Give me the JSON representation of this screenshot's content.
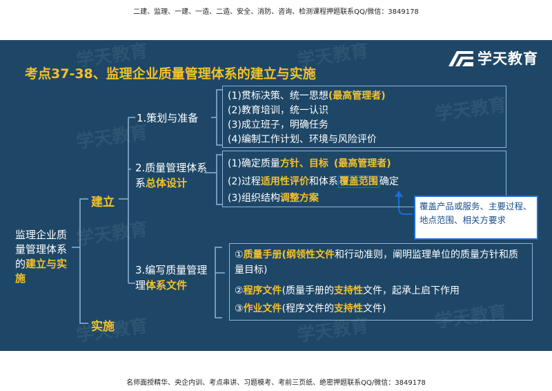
{
  "header_text": "二建、监理、一建、一造、二造、安全、消防、咨询、检测课程押题联系QQ/微信：3849178",
  "footer_text": "名师面授精华、央企内训、考点串讲、习题模考、考前三页纸、绝密押题联系QQ/微信：3849178",
  "brand": {
    "name": "学天教育",
    "logo_icon": "xuetian-logo-icon"
  },
  "watermark": "学天教育",
  "title": "考点37-38、监理企业质量管理体系的建立与实施",
  "root": {
    "text_plain": "监理企业质量管理体系的",
    "text_highlight": "建立与实施"
  },
  "branch_build": "建立",
  "branch_implement": "实施",
  "section1": {
    "label": "1.策划与准备",
    "items": [
      {
        "text": "(1)贯标决策、统一思想",
        "highlight": "(最高管理者)"
      },
      {
        "text": "(2)教育培训，统一认识"
      },
      {
        "text": "(3)成立班子，明确任务"
      },
      {
        "text": "(4)编制工作计划、环境与风险评价"
      }
    ]
  },
  "section2": {
    "label_plain": "2.质量管理体系",
    "label_highlight": "总体设计",
    "item1": {
      "a": "(1)确定质量",
      "b": "方针、目标",
      "c": "(最高管理者)"
    },
    "item2": {
      "a": "(2)过程",
      "b": "适用性评价",
      "c": "和体系",
      "d": "覆盖范围",
      "e": "确定"
    },
    "item3": {
      "a": "(3)组织结构",
      "b": "调整方案"
    }
  },
  "callout": {
    "text": "覆盖产品或服务、主要过程、地点范围、相关方要求"
  },
  "section3": {
    "label_plain": "3.编写质量管理",
    "label_highlight": "体系文件",
    "item1": {
      "num": "①",
      "b": "质量手册(纲领性文件",
      "c": "和行动准则，阐明监理单位的质量方针和质量目标)"
    },
    "item2": {
      "num": "②",
      "b": "程序文件",
      "c": "(质量手册的",
      "d": "支持性",
      "e": "文件，起承上启下作用"
    },
    "item3": {
      "num": "③",
      "b": "作业文件",
      "c": "(程序文件的",
      "d": "支持性",
      "e": "文件)"
    }
  },
  "colors": {
    "background": "#1e4767",
    "highlight": "#f4c12a",
    "box_border": "#8fb5d8",
    "callout_border": "#1a6fd3"
  }
}
